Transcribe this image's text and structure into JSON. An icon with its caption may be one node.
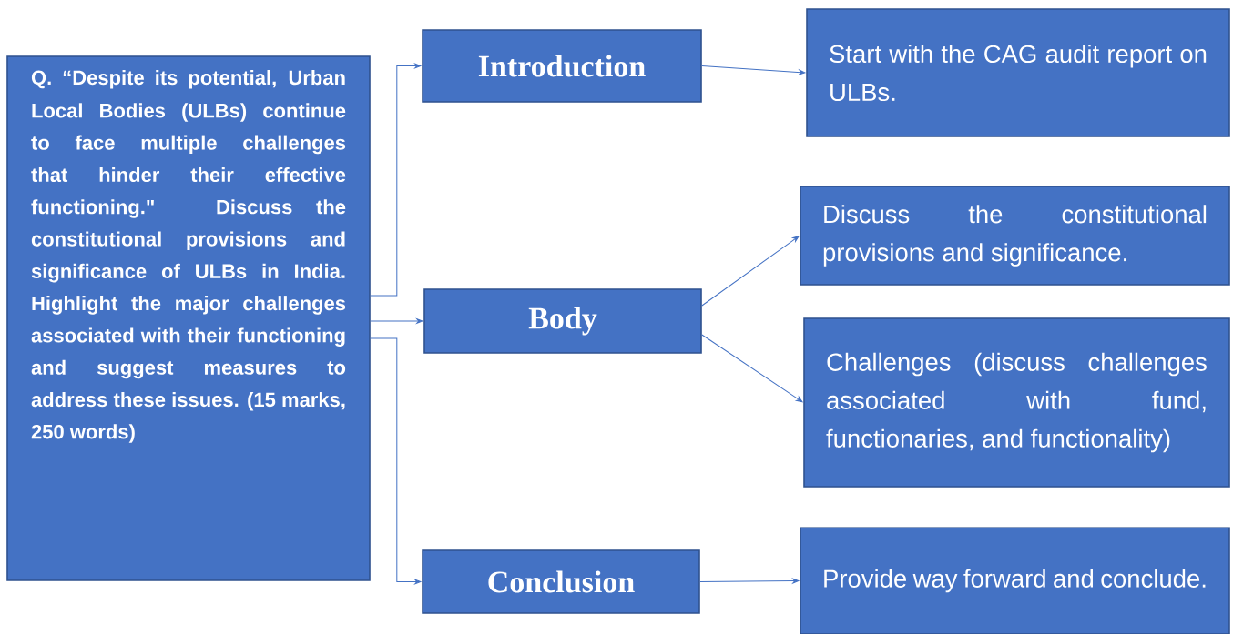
{
  "diagram": {
    "nodes": [
      {
        "text": [
          "Q. “Despite its potential, Urban Local Bodies (ULBs) continue to face multiple challenges that hinder their effective functioning.\" Discuss the constitutional provisions and significance of ULBs in India. Highlight the major challenges associated with their functioning and suggest measures to address these issues. (15 marks, 250 words)"
        ]
      },
      {
        "text": [
          "Introduction"
        ]
      },
      {
        "text": [
          "Body"
        ]
      },
      {
        "text": [
          "Conclusion"
        ]
      },
      {
        "text": [
          "Start with the CAG audit report on ULBs."
        ]
      },
      {
        "text": [
          "Discuss the constitutional provisions and significance."
        ]
      },
      {
        "text": [
          "Challenges (discuss challenges associated with fund, functionaries, and functionality)"
        ]
      },
      {
        "text": [
          "Provide way forward and conclude."
        ]
      }
    ],
    "edges": [
      {
        "from": 0,
        "to": 1,
        "arrow": "to"
      },
      {
        "from": 0,
        "to": 2,
        "arrow": "to"
      },
      {
        "from": 0,
        "to": 3,
        "arrow": "to"
      },
      {
        "from": 1,
        "to": 4,
        "arrow": "to"
      },
      {
        "from": 2,
        "to": 5,
        "arrow": "to"
      },
      {
        "from": 2,
        "to": 6,
        "arrow": "to"
      },
      {
        "from": 3,
        "to": 7,
        "arrow": "to"
      }
    ]
  }
}
